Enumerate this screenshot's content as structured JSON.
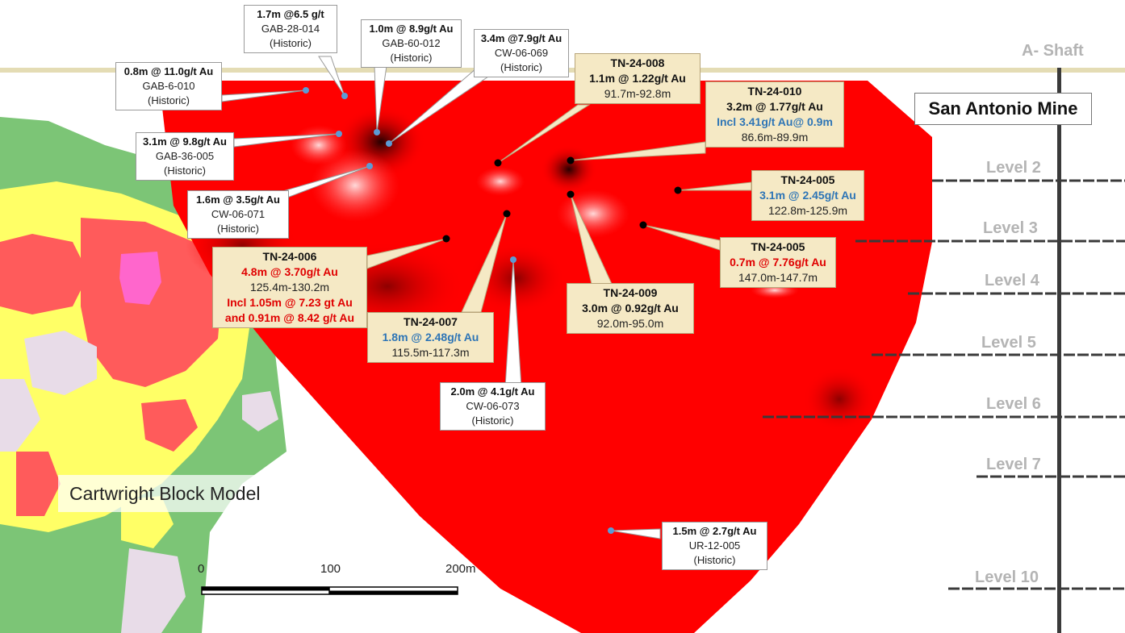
{
  "title": "San Antonio Mine",
  "block_model_label": "Cartwright Block Model",
  "shaft_label": "A- Shaft",
  "levels": [
    "Level 2",
    "Level 3",
    "Level 4",
    "Level 5",
    "Level 6",
    "Level 7",
    "Level 10"
  ],
  "scale_bar": {
    "ticks": [
      "0",
      "100",
      "200m"
    ]
  },
  "colors": {
    "grade_shell": "#ff0000",
    "historic_hole": "#5b9bd5",
    "new_hole": "#000000",
    "callout_new": "#f5e9c5",
    "callout_historic": "#ffffff",
    "shaft": "#e4dcb4",
    "highlight_blue": "#2e75b6",
    "highlight_red": "#e00000"
  },
  "historic_intercepts": [
    {
      "intercept": "0.8m @ 11.0g/t Au",
      "hole": "GAB-6-010",
      "note": "(Historic)"
    },
    {
      "intercept": "1.7m @6.5 g/t",
      "hole": "GAB-28-014",
      "note": "(Historic)"
    },
    {
      "intercept": "1.0m @ 8.9g/t Au",
      "hole": "GAB-60-012",
      "note": "(Historic)"
    },
    {
      "intercept": "3.4m @7.9g/t Au",
      "hole": "CW-06-069",
      "note": "(Historic)"
    },
    {
      "intercept": "3.1m @ 9.8g/t Au",
      "hole": "GAB-36-005",
      "note": "(Historic)"
    },
    {
      "intercept": "1.6m @ 3.5g/t Au",
      "hole": "CW-06-071",
      "note": "(Historic)"
    },
    {
      "intercept": "2.0m @ 4.1g/t Au",
      "hole": "CW-06-073",
      "note": "(Historic)"
    },
    {
      "intercept": "1.5m @ 2.7g/t Au",
      "hole": "UR-12-005",
      "note": "(Historic)"
    }
  ],
  "new_intercepts": {
    "tn24_008": {
      "hole": "TN-24-008",
      "intercept": "1.1m @ 1.22g/t Au",
      "interval": "91.7m-92.8m"
    },
    "tn24_010": {
      "hole": "TN-24-010",
      "intercept": "3.2m @ 1.77g/t Au",
      "incl": "Incl 3.41g/t Au@ 0.9m",
      "interval": "86.6m-89.9m"
    },
    "tn24_005a": {
      "hole": "TN-24-005",
      "intercept": "3.1m @ 2.45g/t Au",
      "interval": "122.8m-125.9m"
    },
    "tn24_005b": {
      "hole": "TN-24-005",
      "intercept": "0.7m @ 7.76g/t Au",
      "interval": "147.0m-147.7m"
    },
    "tn24_006": {
      "hole": "TN-24-006",
      "intercept": "4.8m @ 3.70g/t Au",
      "interval": "125.4m-130.2m",
      "incl1": "Incl 1.05m @ 7.23 gt Au",
      "incl2": "and 0.91m @ 8.42 g/t Au"
    },
    "tn24_007": {
      "hole": "TN-24-007",
      "intercept": "1.8m @ 2.48g/t Au",
      "interval": "115.5m-117.3m"
    },
    "tn24_009": {
      "hole": "TN-24-009",
      "intercept": "3.0m @ 0.92g/t Au",
      "interval": "92.0m-95.0m"
    }
  }
}
